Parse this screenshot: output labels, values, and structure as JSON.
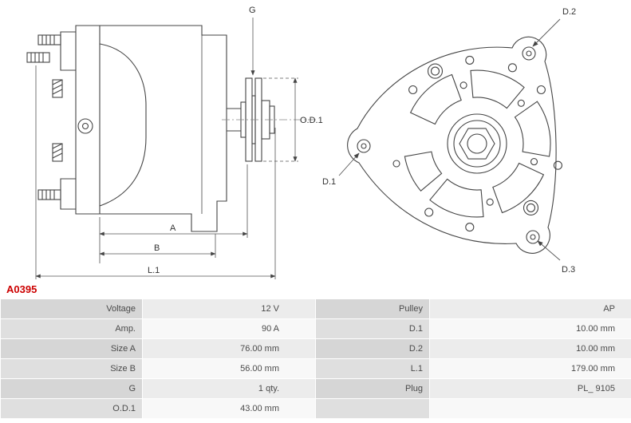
{
  "part_number": "A0395",
  "diagram": {
    "labels": {
      "dim_g": "G",
      "dim_od1": "O.D.1",
      "dim_a": "A",
      "dim_b": "B",
      "dim_l1": "L.1",
      "dim_d1": "D.1",
      "dim_d2": "D.2",
      "dim_d3": "D.3"
    }
  },
  "table": {
    "rows": [
      {
        "label_left": "Voltage",
        "value_left": "12 V",
        "label_right": "Pulley",
        "value_right": "AP"
      },
      {
        "label_left": "Amp.",
        "value_left": "90 A",
        "label_right": "D.1",
        "value_right": "10.00 mm"
      },
      {
        "label_left": "Size A",
        "value_left": "76.00 mm",
        "label_right": "D.2",
        "value_right": "10.00 mm"
      },
      {
        "label_left": "Size B",
        "value_left": "56.00 mm",
        "label_right": "L.1",
        "value_right": "179.00 mm"
      },
      {
        "label_left": "G",
        "value_left": "1 qty.",
        "label_right": "Plug",
        "value_right": "PL_ 9105"
      },
      {
        "label_left": "O.D.1",
        "value_left": "43.00 mm",
        "label_right": "",
        "value_right": ""
      }
    ]
  },
  "colors": {
    "part_number": "#cc0000",
    "line": "#444444",
    "label_cell": "#d6d6d6",
    "value_cell": "#ececec"
  }
}
